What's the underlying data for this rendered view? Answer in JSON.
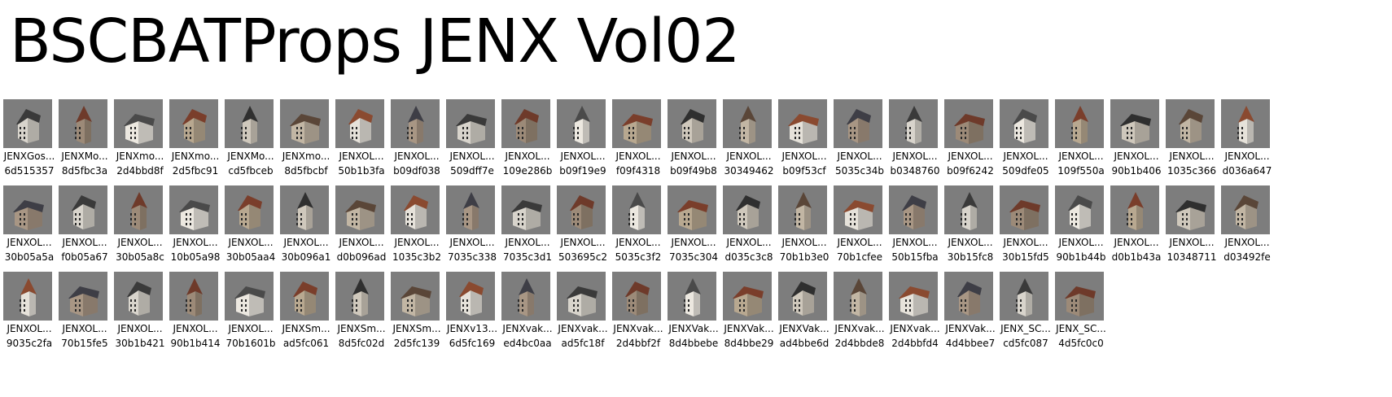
{
  "title": "BSCBATProps JENX Vol02",
  "items": [
    {
      "name": "JENXGos...",
      "hash": "6d515357",
      "icon": "building-thumbnail-icon"
    },
    {
      "name": "JENXMo...",
      "hash": "8d5fbc3a",
      "icon": "building-thumbnail-icon"
    },
    {
      "name": "JENXmo...",
      "hash": "2d4bbd8f",
      "icon": "building-thumbnail-icon"
    },
    {
      "name": "JENXmo...",
      "hash": "2d5fbc91",
      "icon": "building-thumbnail-icon"
    },
    {
      "name": "JENXMo...",
      "hash": "cd5fbceb",
      "icon": "building-thumbnail-icon"
    },
    {
      "name": "JENXmo...",
      "hash": "8d5fbcbf",
      "icon": "building-thumbnail-icon"
    },
    {
      "name": "JENXOL...",
      "hash": "50b1b3fa",
      "icon": "building-thumbnail-icon"
    },
    {
      "name": "JENXOL...",
      "hash": "b09df038",
      "icon": "building-thumbnail-icon"
    },
    {
      "name": "JENXOL...",
      "hash": "509dff7e",
      "icon": "building-thumbnail-icon"
    },
    {
      "name": "JENXOL...",
      "hash": "109e286b",
      "icon": "building-thumbnail-icon"
    },
    {
      "name": "JENXOL...",
      "hash": "b09f19e9",
      "icon": "building-thumbnail-icon"
    },
    {
      "name": "JENXOL...",
      "hash": "f09f4318",
      "icon": "building-thumbnail-icon"
    },
    {
      "name": "JENXOL...",
      "hash": "b09f49b8",
      "icon": "building-thumbnail-icon"
    },
    {
      "name": "JENXOL...",
      "hash": "30349462",
      "icon": "building-thumbnail-icon"
    },
    {
      "name": "JENXOL...",
      "hash": "b09f53cf",
      "icon": "building-thumbnail-icon"
    },
    {
      "name": "JENXOL...",
      "hash": "5035c34b",
      "icon": "building-thumbnail-icon"
    },
    {
      "name": "JENXOL...",
      "hash": "b0348760",
      "icon": "building-thumbnail-icon"
    },
    {
      "name": "JENXOL...",
      "hash": "b09f6242",
      "icon": "building-thumbnail-icon"
    },
    {
      "name": "JENXOL...",
      "hash": "509dfe05",
      "icon": "building-thumbnail-icon"
    },
    {
      "name": "JENXOL...",
      "hash": "109f550a",
      "icon": "building-thumbnail-icon"
    },
    {
      "name": "JENXOL...",
      "hash": "90b1b406",
      "icon": "building-thumbnail-icon"
    },
    {
      "name": "JENXOL...",
      "hash": "1035c366",
      "icon": "building-thumbnail-icon"
    },
    {
      "name": "JENXOL...",
      "hash": "d036a647",
      "icon": "building-thumbnail-icon"
    },
    {
      "name": "JENXOL...",
      "hash": "30b05a5a",
      "icon": "building-thumbnail-icon"
    },
    {
      "name": "JENXOL...",
      "hash": "f0b05a67",
      "icon": "building-thumbnail-icon"
    },
    {
      "name": "JENXOL...",
      "hash": "30b05a8c",
      "icon": "building-thumbnail-icon"
    },
    {
      "name": "JENXOL...",
      "hash": "10b05a98",
      "icon": "building-thumbnail-icon"
    },
    {
      "name": "JENXOL...",
      "hash": "30b05aa4",
      "icon": "building-thumbnail-icon"
    },
    {
      "name": "JENXOL...",
      "hash": "30b096a1",
      "icon": "building-thumbnail-icon"
    },
    {
      "name": "JENXOL...",
      "hash": "d0b096ad",
      "icon": "building-thumbnail-icon"
    },
    {
      "name": "JENXOL...",
      "hash": "1035c3b2",
      "icon": "building-thumbnail-icon"
    },
    {
      "name": "JENXOL...",
      "hash": "7035c338",
      "icon": "building-thumbnail-icon"
    },
    {
      "name": "JENXOL...",
      "hash": "7035c3d1",
      "icon": "building-thumbnail-icon"
    },
    {
      "name": "JENXOL...",
      "hash": "503695c2",
      "icon": "building-thumbnail-icon"
    },
    {
      "name": "JENXOL...",
      "hash": "5035c3f2",
      "icon": "building-thumbnail-icon"
    },
    {
      "name": "JENXOL...",
      "hash": "7035c304",
      "icon": "building-thumbnail-icon"
    },
    {
      "name": "JENXOL...",
      "hash": "d035c3c8",
      "icon": "building-thumbnail-icon"
    },
    {
      "name": "JENXOL...",
      "hash": "70b1b3e0",
      "icon": "building-thumbnail-icon"
    },
    {
      "name": "JENXOL...",
      "hash": "70b1cfee",
      "icon": "building-thumbnail-icon"
    },
    {
      "name": "JENXOL...",
      "hash": "50b15fba",
      "icon": "building-thumbnail-icon"
    },
    {
      "name": "JENXOL...",
      "hash": "30b15fc8",
      "icon": "building-thumbnail-icon"
    },
    {
      "name": "JENXOL...",
      "hash": "30b15fd5",
      "icon": "building-thumbnail-icon"
    },
    {
      "name": "JENXOL...",
      "hash": "90b1b44b",
      "icon": "building-thumbnail-icon"
    },
    {
      "name": "JENXOL...",
      "hash": "d0b1b43a",
      "icon": "building-thumbnail-icon"
    },
    {
      "name": "JENXOL...",
      "hash": "10348711",
      "icon": "building-thumbnail-icon"
    },
    {
      "name": "JENXOL...",
      "hash": "d03492fe",
      "icon": "building-thumbnail-icon"
    },
    {
      "name": "JENXOL...",
      "hash": "9035c2fa",
      "icon": "building-thumbnail-icon"
    },
    {
      "name": "JENXOL...",
      "hash": "70b15fe5",
      "icon": "building-thumbnail-icon"
    },
    {
      "name": "JENXOL...",
      "hash": "30b1b421",
      "icon": "building-thumbnail-icon"
    },
    {
      "name": "JENXOL...",
      "hash": "90b1b414",
      "icon": "building-thumbnail-icon"
    },
    {
      "name": "JENXOL...",
      "hash": "70b1601b",
      "icon": "building-thumbnail-icon"
    },
    {
      "name": "JENXSm...",
      "hash": "ad5fc061",
      "icon": "building-thumbnail-icon"
    },
    {
      "name": "JENXSm...",
      "hash": "8d5fc02d",
      "icon": "building-thumbnail-icon"
    },
    {
      "name": "JENXSm...",
      "hash": "2d5fc139",
      "icon": "building-thumbnail-icon"
    },
    {
      "name": "JENXv13...",
      "hash": "6d5fc169",
      "icon": "building-thumbnail-icon"
    },
    {
      "name": "JENXvak...",
      "hash": "ed4bc0aa",
      "icon": "building-thumbnail-icon"
    },
    {
      "name": "JENXvak...",
      "hash": "ad5fc18f",
      "icon": "building-thumbnail-icon"
    },
    {
      "name": "JENXvak...",
      "hash": "2d4bbf2f",
      "icon": "building-thumbnail-icon"
    },
    {
      "name": "JENXVak...",
      "hash": "8d4bbebe",
      "icon": "building-thumbnail-icon"
    },
    {
      "name": "JENXVak...",
      "hash": "8d4bbe29",
      "icon": "building-thumbnail-icon"
    },
    {
      "name": "JENXVak...",
      "hash": "ad4bbe6d",
      "icon": "building-thumbnail-icon"
    },
    {
      "name": "JENXvak...",
      "hash": "2d4bbde8",
      "icon": "building-thumbnail-icon"
    },
    {
      "name": "JENXvak...",
      "hash": "2d4bbfd4",
      "icon": "building-thumbnail-icon"
    },
    {
      "name": "JENXVak...",
      "hash": "4d4bbee7",
      "icon": "building-thumbnail-icon"
    },
    {
      "name": "JENX_SC...",
      "hash": "cd5fc087",
      "icon": "building-thumbnail-icon"
    },
    {
      "name": "JENX_SC...",
      "hash": "4d5fc0c0",
      "icon": "building-thumbnail-icon"
    }
  ]
}
